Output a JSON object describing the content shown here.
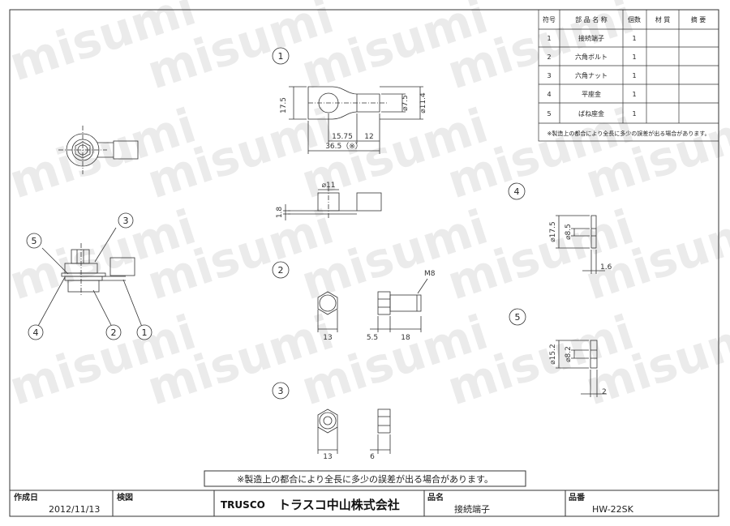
{
  "parts_table": {
    "headers": [
      "符号",
      "部 品 名 称",
      "個数",
      "材 質",
      "摘 要"
    ],
    "rows": [
      {
        "no": "1",
        "name": "接続端子",
        "qty": "1"
      },
      {
        "no": "2",
        "name": "六角ボルト",
        "qty": "1"
      },
      {
        "no": "3",
        "name": "六角ナット",
        "qty": "1"
      },
      {
        "no": "4",
        "name": "平座金",
        "qty": "1"
      },
      {
        "no": "5",
        "name": "ばね座金",
        "qty": "1"
      }
    ],
    "note": "※製造上の都合により全長に多少の誤差が出る場合があります。"
  },
  "watermark": "misumi",
  "balloons": {
    "one": "1",
    "two": "2",
    "three": "3",
    "four": "4",
    "five": "5"
  },
  "dims": {
    "p1_h": "17.5",
    "p1_d_inner": "⌀7.5",
    "p1_d_outer": "⌀11.4",
    "p1_a": "15.75",
    "p1_b": "12",
    "p1_len": "36.5（※）",
    "p1_boss": "⌀11",
    "p1_t": "1.8",
    "p2_thread": "M8",
    "p2_hex": "13",
    "p2_head": "5.5",
    "p2_len": "18",
    "p3_hex": "13",
    "p3_t": "6",
    "p4_od": "⌀17.5",
    "p4_id": "⌀8.5",
    "p4_t": "1.6",
    "p5_od": "⌀15.2",
    "p5_id": "⌀8.2",
    "p5_t": "2"
  },
  "bottom_note": "※製造上の都合により全長に多少の誤差が出る場合があります。",
  "title_block": {
    "created_label": "作成日",
    "created_value": "2012/11/13",
    "check_label": "検図",
    "logo_text": "TRUSCO",
    "company": "トラスコ中山株式会社",
    "name_label": "品名",
    "name_value": "接続端子",
    "code_label": "品番",
    "code_value": "HW-22SK"
  }
}
